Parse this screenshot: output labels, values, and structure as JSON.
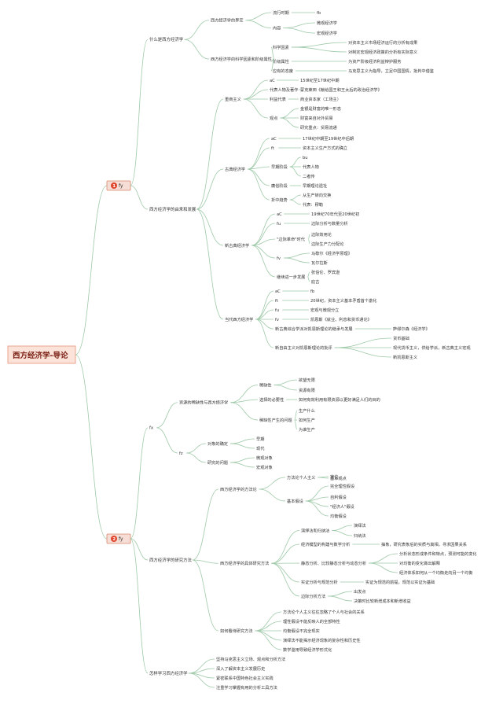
{
  "mindmap": {
    "root": "西方经济学-导论",
    "colors": {
      "line": "#9ec9a8",
      "badge_fill": "#f6ddd5",
      "badge_stroke": "#d8876c",
      "num_fill": "#e0452b",
      "root_fill": "#fbe3d9",
      "root_stroke": "#e9a58e"
    },
    "branches": [
      {
        "num": "1",
        "label": "fy",
        "children": [
          {
            "label": "什么是西方经济学",
            "children": [
              {
                "label": "西方经济学的界定",
                "children": [
                  {
                    "label": "流行时期",
                    "children": [
                      {
                        "label": "fb"
                      }
                    ]
                  },
                  {
                    "label": "内容",
                    "children": [
                      {
                        "label": "微观经济学"
                      },
                      {
                        "label": "宏观经济学"
                      }
                    ]
                  }
                ]
              },
              {
                "label": "西方经济学的科学因素和阶级属性",
                "children": [
                  {
                    "label": "科学因素",
                    "children": [
                      {
                        "label": "对资本主义市场经济运行的分析有成果"
                      },
                      {
                        "label": "对制定宏观经济政策的分析有实际意义"
                      }
                    ]
                  },
                  {
                    "label": "阶级属性",
                    "children": [
                      {
                        "label": "为资产阶级经济利益辩护服务"
                      }
                    ]
                  },
                  {
                    "label": "应有的态度",
                    "children": [
                      {
                        "label": "马克思主义为指导，立足中国国情，批判中借鉴"
                      }
                    ]
                  }
                ]
              }
            ]
          },
          {
            "label": "西方经济学的由来和发展",
            "children": [
              {
                "label": "重商主义",
                "children": [
                  {
                    "label": "aC",
                    "children": [
                      {
                        "label": "15世纪至17世纪中期"
                      }
                    ]
                  },
                  {
                    "label": "代表人物及著作",
                    "children": [
                      {
                        "label": "蒙克莱田《献给国王和王太后的政治经济学》"
                      }
                    ]
                  },
                  {
                    "label": "利益代表",
                    "children": [
                      {
                        "label": "商业资本家（工场主）"
                      }
                    ]
                  },
                  {
                    "label": "观点",
                    "children": [
                      {
                        "label": "金银是财富的唯一形态"
                      },
                      {
                        "label": "财富来自对外贸易"
                      },
                      {
                        "label": "研究重点：贸易流通"
                      }
                    ]
                  }
                ]
              },
              {
                "label": "古典经济学",
                "children": [
                  {
                    "label": "aC",
                    "children": [
                      {
                        "label": "17世纪中期至19世纪中后期"
                      }
                    ]
                  },
                  {
                    "label": "ft",
                    "children": [
                      {
                        "label": "资本主义生产方式的确立"
                      }
                    ]
                  },
                  {
                    "label": "早期阶段",
                    "children": [
                      {
                        "label": "bu"
                      },
                      {
                        "label": "代表人物"
                      },
                      {
                        "label": "二者传"
                      }
                    ]
                  },
                  {
                    "label": "庸俗阶段",
                    "children": [
                      {
                        "label": "早期理论遗址"
                      }
                    ]
                  },
                  {
                    "label": "折中趋势",
                    "children": [
                      {
                        "label": "从生产转向交换"
                      },
                      {
                        "label": "代表：穆勒"
                      }
                    ]
                  }
                ]
              },
              {
                "label": "新古典经济学",
                "children": [
                  {
                    "label": "aC",
                    "children": [
                      {
                        "label": "19世纪70年代至20世纪初"
                      }
                    ]
                  },
                  {
                    "label": "fu",
                    "children": [
                      {
                        "label": "边际分析与数量分析"
                      }
                    ]
                  },
                  {
                    "label": "\"边际革命\"时代",
                    "children": [
                      {
                        "label": "边际效用论"
                      },
                      {
                        "label": "边际生产力分配论"
                      }
                    ]
                  },
                  {
                    "label": "fv",
                    "children": [
                      {
                        "label": "马歇尔《经济学原理》"
                      },
                      {
                        "label": "瓦尔拉斯"
                      }
                    ]
                  },
                  {
                    "label": "继续进一步发展",
                    "children": [
                      {
                        "label": "张伯伦、罗宾逊"
                      },
                      {
                        "label": "庇古"
                      }
                    ]
                  }
                ]
              },
              {
                "label": "当代西方经济学",
                "children": [
                  {
                    "label": "aC",
                    "children": [
                      {
                        "label": "fb"
                      }
                    ]
                  },
                  {
                    "label": "ft",
                    "children": [
                      {
                        "label": "20世纪，资本主义基本矛盾首个激化"
                      }
                    ]
                  },
                  {
                    "label": "fu",
                    "children": [
                      {
                        "label": "宏观与微观分立"
                      }
                    ]
                  },
                  {
                    "label": "fv",
                    "children": [
                      {
                        "label": "凯恩斯《就业、利息和货币通论》"
                      }
                    ]
                  },
                  {
                    "label": "新古典综合学派对凯恩斯理论的继承与发展",
                    "children": [
                      {
                        "label": "萨缪尔森《经济学》"
                      }
                    ]
                  },
                  {
                    "label": "新自由主义对凯恩斯理论的批评",
                    "children": [
                      {
                        "label": "货币基础"
                      },
                      {
                        "label": "现代货币主义，供给学派，新古典主义宏观"
                      },
                      {
                        "label": "新凯恩斯主义"
                      }
                    ]
                  }
                ]
              }
            ]
          }
        ]
      },
      {
        "num": "2",
        "label": "fy",
        "children": [
          {
            "label": "fx",
            "children": [
              {
                "label": "资源的稀缺性与西方经济学",
                "children": [
                  {
                    "label": "稀缺性",
                    "children": [
                      {
                        "label": "欲望无限"
                      },
                      {
                        "label": "资源有限"
                      }
                    ]
                  },
                  {
                    "label": "选择的必要性",
                    "children": [
                      {
                        "label": "如何有效利用有限资源以更好满足人们的目的"
                      }
                    ]
                  },
                  {
                    "label": "稀缺性产生的问题",
                    "children": [
                      {
                        "label": "生产什么"
                      },
                      {
                        "label": "如何生产"
                      },
                      {
                        "label": "为谁生产"
                      }
                    ]
                  }
                ]
              },
              {
                "label": "fz",
                "children": [
                  {
                    "label": "对象的确定",
                    "children": [
                      {
                        "label": "早期"
                      },
                      {
                        "label": "现代"
                      }
                    ]
                  },
                  {
                    "label": "研究的问题",
                    "children": [
                      {
                        "label": "微观对象"
                      },
                      {
                        "label": "宏观对象"
                      }
                    ]
                  }
                ]
              }
            ]
          },
          {
            "label": "西方经济学的研究方法",
            "children": [
              {
                "label": "西方经济学的方法论",
                "children": [
                  {
                    "label": "方法论个人主义",
                    "children": [
                      {
                        "label": "基本观点"
                      },
                      {
                        "label": "地位"
                      }
                    ]
                  },
                  {
                    "label": "基本假设",
                    "children": [
                      {
                        "label": "完全理性假设"
                      },
                      {
                        "label": "自利假设"
                      },
                      {
                        "label": "\"经济人\"假设"
                      },
                      {
                        "label": "均衡假设"
                      }
                    ]
                  }
                ]
              },
              {
                "label": "西方经济学的具体研究方法",
                "children": [
                  {
                    "label": "演绎法和归纳法",
                    "children": [
                      {
                        "label": "演绎法"
                      },
                      {
                        "label": "归纳法"
                      }
                    ]
                  },
                  {
                    "label": "经济模型的构建与数学分析",
                    "children": [
                      {
                        "label": "抽象，研究表象后的实质与真相，寻求因果关系"
                      }
                    ]
                  },
                  {
                    "label": "静态分析、比较静态分析与动态分析",
                    "children": [
                      {
                        "label": "分析状态形成条件和特点，预测可能的变化"
                      },
                      {
                        "label": "对均衡的变化做出解释"
                      },
                      {
                        "label": "经济体系如何从一个均衡走向另一个均衡"
                      }
                    ]
                  },
                  {
                    "label": "实证分析与规范分析",
                    "children": [
                      {
                        "label": "实证为规范的前提，规范以实证为基础"
                      }
                    ]
                  },
                  {
                    "label": "边际分析方法",
                    "children": [
                      {
                        "label": "出发点"
                      },
                      {
                        "label": "决策时比较新增成本和新增收益"
                      }
                    ]
                  }
                ]
              },
              {
                "label": "如何看待研究方法",
                "children": [
                  {
                    "label": "方法论个人主义往往忽略了个人与社会的关系"
                  },
                  {
                    "label": "理性假设不能反映人的全部特性"
                  },
                  {
                    "label": "均衡假设不完全现实"
                  },
                  {
                    "label": "演绎法不能揭示经济现象的复杂性和历史性"
                  },
                  {
                    "label": "数学滥用导致经济学形式化"
                  }
                ]
              }
            ]
          },
          {
            "label": "怎样学习西方经济学",
            "children": [
              {
                "label": "坚持马克思主义立场、观点和分析方法"
              },
              {
                "label": "深入了解资本主义发展历史"
              },
              {
                "label": "紧密联系中国特色社会主义实践"
              },
              {
                "label": "注重学习掌握有用的分析工具方法"
              }
            ]
          }
        ]
      }
    ]
  }
}
